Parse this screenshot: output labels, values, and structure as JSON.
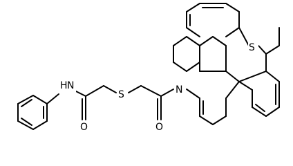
{
  "molecule": {
    "atom_labels": {
      "sulfur_thioether": "S",
      "sulfur_ring": "S",
      "nitrogen_amide": "N",
      "hydrogen_amide": "H",
      "nitrogen_ring": "N",
      "oxygen_amide": "O",
      "oxygen_ketone": "O"
    }
  }
}
